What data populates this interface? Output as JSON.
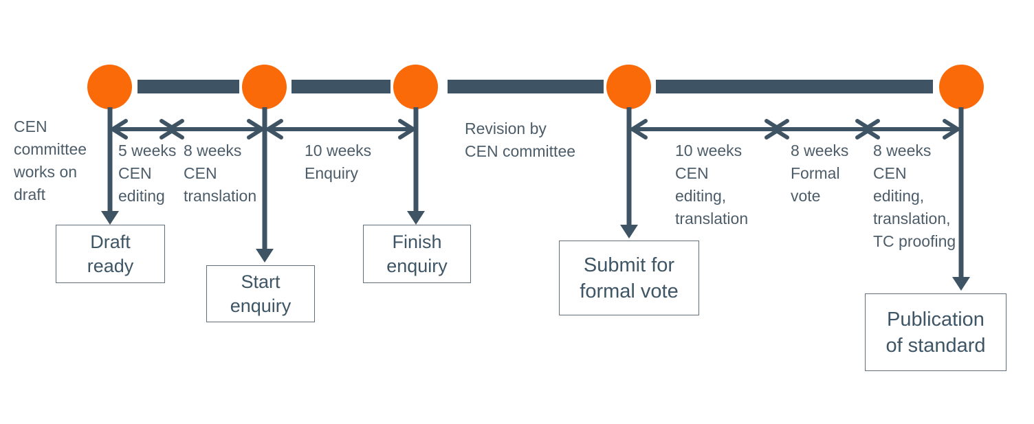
{
  "diagram": {
    "type": "process-timeline",
    "colors": {
      "milestone_dot": "#fa6a08",
      "line": "#3e5363",
      "label_text": "#4c5c69",
      "box_text": "#3e5565",
      "box_border": "#5e6d79",
      "background": "#ffffff"
    },
    "notes": {
      "left": "CEN\ncommittee\nworks on\ndraft",
      "middle": "Revision by\nCEN committee"
    },
    "intervals": [
      {
        "duration": "5 weeks",
        "label": "5 weeks\nCEN\nediting"
      },
      {
        "duration": "8 weeks",
        "label": "8 weeks\nCEN\ntranslation"
      },
      {
        "duration": "10 weeks",
        "label": "10 weeks\nEnquiry"
      },
      {
        "duration": "10 weeks",
        "label": "10 weeks\nCEN\nediting,\ntranslation"
      },
      {
        "duration": "8 weeks",
        "label": "8 weeks\nFormal\nvote"
      },
      {
        "duration": "8 weeks",
        "label": "8 weeks\nCEN\nediting,\ntranslation,\nTC proofing"
      }
    ],
    "milestones": [
      {
        "label": "Draft\nready"
      },
      {
        "label": "Start\nenquiry"
      },
      {
        "label": "Finish\nenquiry"
      },
      {
        "label": "Submit for\nformal vote"
      },
      {
        "label": "Publication\nof standard"
      }
    ]
  }
}
